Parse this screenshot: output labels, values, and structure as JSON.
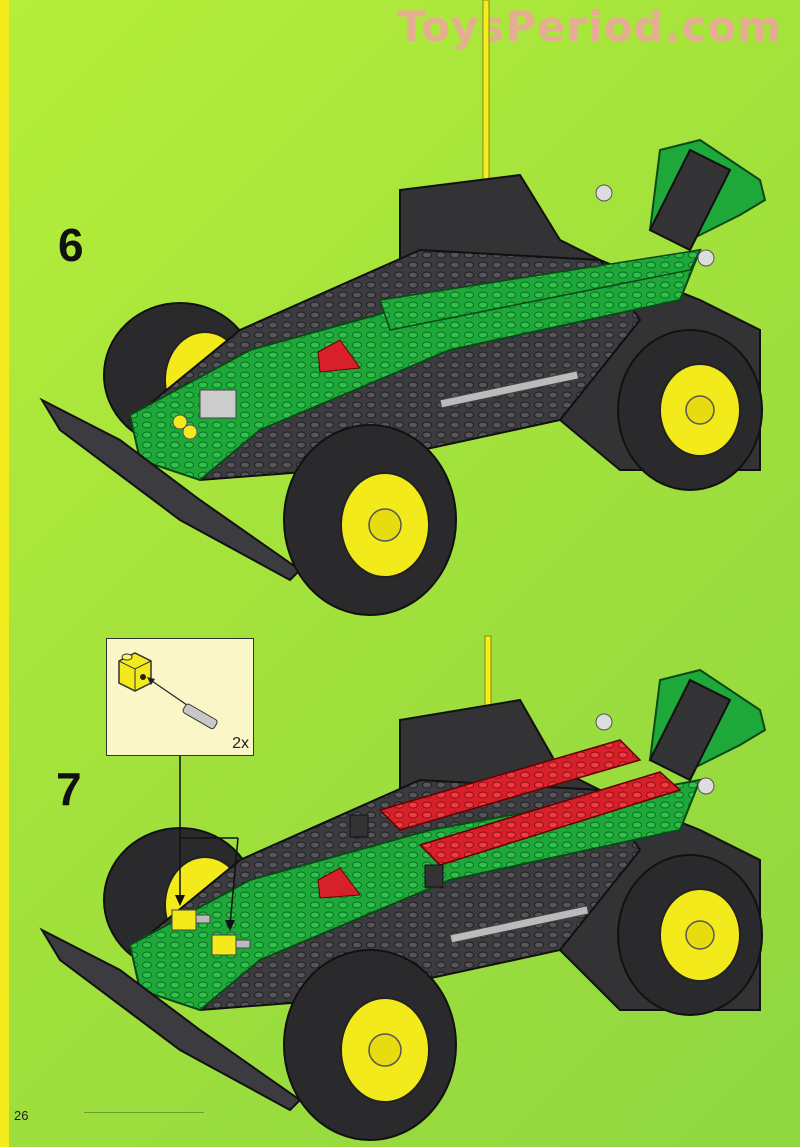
{
  "watermark": "ToysPeriod.com",
  "steps": [
    {
      "number": "6"
    },
    {
      "number": "7"
    }
  ],
  "callout": {
    "quantity": "2x"
  },
  "page_number": "26",
  "colors": {
    "background": "#a3e23c",
    "side_strip": "#f4ec1e",
    "brick_green": "#1fa83a",
    "brick_dark": "#3c3c40",
    "brick_red": "#d8202a",
    "wheel_yellow": "#f2ea1a"
  }
}
